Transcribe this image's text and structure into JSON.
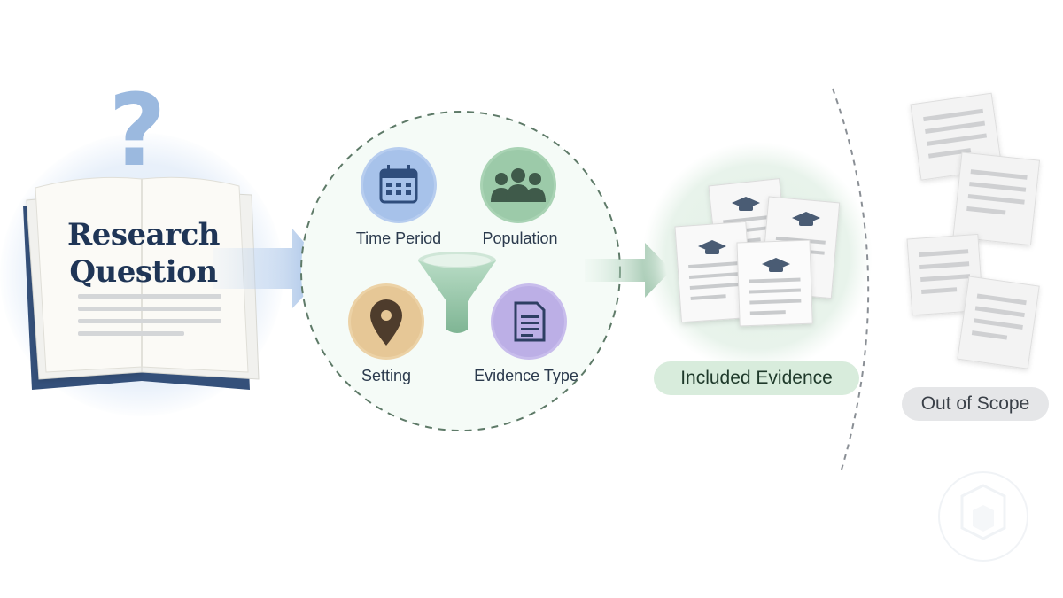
{
  "book": {
    "title_line1": "Research",
    "title_line2": "Question",
    "question_mark": "?"
  },
  "criteria": [
    {
      "label": "Time Period",
      "icon": "calendar-icon",
      "color": "#5b8ad6"
    },
    {
      "label": "Population",
      "icon": "people-icon",
      "color": "#7fb08a"
    },
    {
      "label": "Setting",
      "icon": "location-pin-icon",
      "color": "#e2c08a"
    },
    {
      "label": "Evidence Type",
      "icon": "document-icon",
      "color": "#a99ad8"
    }
  ],
  "outputs": {
    "included_label": "Included Evidence",
    "excluded_label": "Out of Scope"
  },
  "colors": {
    "accent_blue": "#a8c6ea",
    "accent_green": "#7fb08a",
    "funnel": "#9cc7ac",
    "text_dark": "#1f3556"
  }
}
